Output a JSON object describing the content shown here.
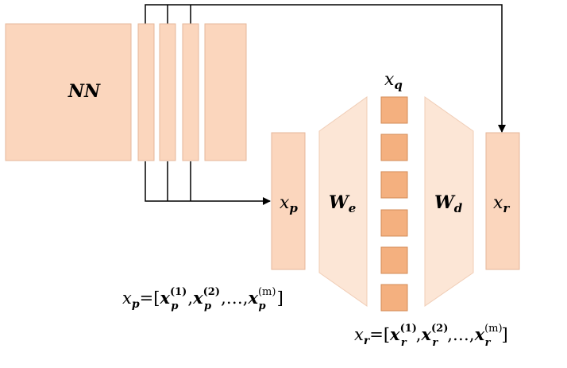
{
  "nn_label": "NN",
  "xp_label": "x",
  "xp_sub": "p",
  "we_label": "W",
  "we_sub": "e",
  "xq_label": "x",
  "xq_sub": "q",
  "wd_label": "W",
  "wd_sub": "d",
  "xr_label": "x",
  "xr_sub": "r",
  "xp_formula": {
    "lhs": "x",
    "lhs_sub": "p",
    "eq": "=[",
    "t1": "x",
    "t1_sup": "(1)",
    "t1_sub": "p",
    "sep": ",",
    "t2": "x",
    "t2_sup": "(2)",
    "t2_sub": "p",
    "dots": ",…,",
    "tm": "x",
    "tm_sup": "(m)",
    "tm_sub": "p",
    "close": "]"
  },
  "xr_formula": {
    "lhs": "x",
    "lhs_sub": "r",
    "eq": "=[",
    "t1": "x",
    "t1_sup": "(1)",
    "t1_sub": "r",
    "sep": ",",
    "t2": "x",
    "t2_sup": "(2)",
    "t2_sub": "r",
    "dots": ",…,",
    "tm": "x",
    "tm_sup": "(m)",
    "tm_sub": "r",
    "close": "]"
  },
  "colors": {
    "block_fill": "#fbd6bd",
    "block_stroke": "#e6b79a",
    "trap_fill": "#fce6d6",
    "code_fill": "#f4b07f",
    "code_stroke": "#d38b57",
    "line": "#000000"
  }
}
